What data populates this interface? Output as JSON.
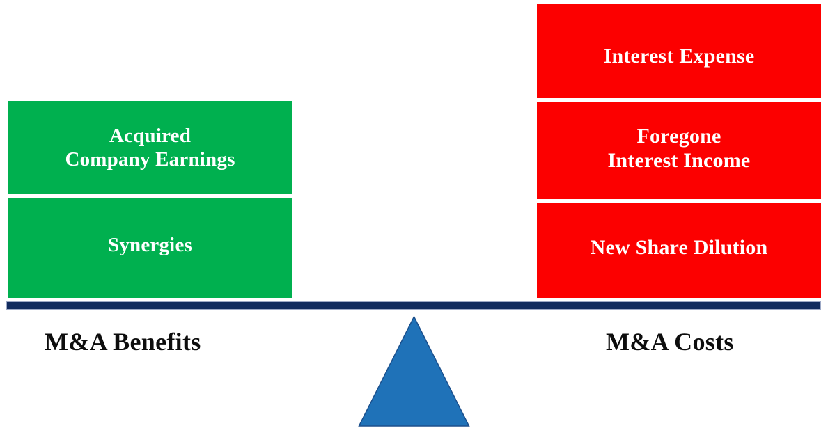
{
  "diagram": {
    "title": "M&A Benefits versus M&A Costs balance scale",
    "colors": {
      "benefit_green": "#00B04F",
      "cost_red": "#FC0000",
      "beam_navy": "#112B5E",
      "fulcrum_blue": "#1F72B8",
      "text_light": "#FFFFFF",
      "text_dark": "#0D0D0D",
      "background": "#FFFFFF"
    },
    "left_side": {
      "label": "M&A Benefits",
      "items": [
        {
          "text": "Acquired\nCompany Earnings",
          "line1": "Acquired",
          "line2": "Company Earnings"
        },
        {
          "text": "Synergies",
          "line1": "Synergies",
          "line2": ""
        }
      ]
    },
    "right_side": {
      "label": "M&A Costs",
      "items": [
        {
          "text": "Interest Expense",
          "line1": "Interest Expense",
          "line2": ""
        },
        {
          "text": "Foregone\nInterest Income",
          "line1": "Foregone",
          "line2": "Interest Income"
        },
        {
          "text": "New Share Dilution",
          "line1": "New Share Dilution",
          "line2": ""
        }
      ]
    },
    "fulcrum": {
      "shape_name": "triangle-fulcrum"
    },
    "beam": {
      "shape_name": "balance-beam"
    }
  }
}
